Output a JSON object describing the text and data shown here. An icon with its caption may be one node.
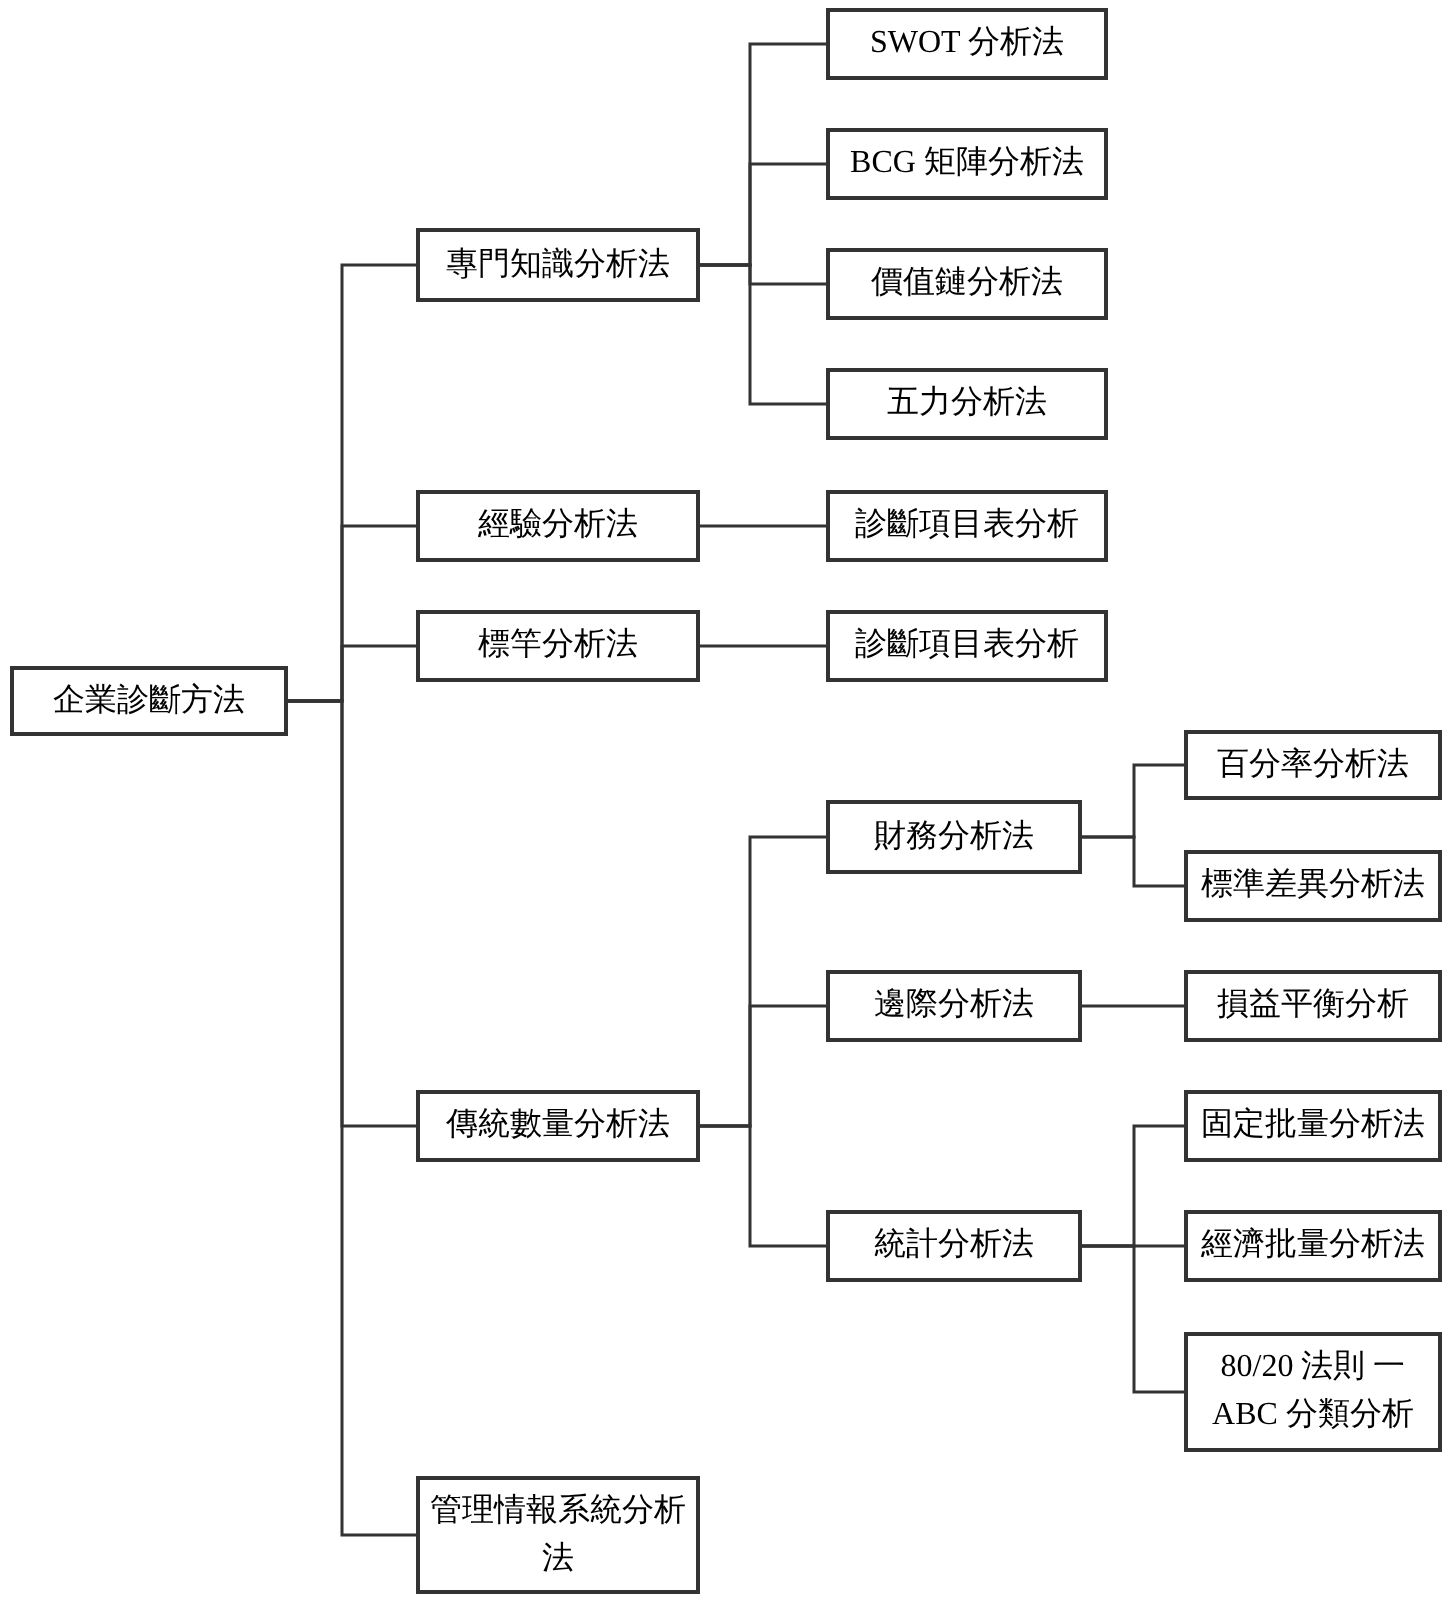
{
  "diagram": {
    "nodes": [
      {
        "text": [
          "企業診斷方法"
        ]
      },
      {
        "text": [
          "專門知識分析法"
        ]
      },
      {
        "text": [
          "SWOT 分析法"
        ]
      },
      {
        "text": [
          "BCG 矩陣分析法"
        ]
      },
      {
        "text": [
          "價值鏈分析法"
        ]
      },
      {
        "text": [
          "五力分析法"
        ]
      },
      {
        "text": [
          "經驗分析法"
        ]
      },
      {
        "text": [
          "診斷項目表分析"
        ]
      },
      {
        "text": [
          "標竿分析法"
        ]
      },
      {
        "text": [
          "診斷項目表分析"
        ]
      },
      {
        "text": [
          "傳統數量分析法"
        ]
      },
      {
        "text": [
          "財務分析法"
        ]
      },
      {
        "text": [
          "百分率分析法"
        ]
      },
      {
        "text": [
          "標準差異分析法"
        ]
      },
      {
        "text": [
          "邊際分析法"
        ]
      },
      {
        "text": [
          "損益平衡分析"
        ]
      },
      {
        "text": [
          "統計分析法"
        ]
      },
      {
        "text": [
          "固定批量分析法"
        ]
      },
      {
        "text": [
          "經濟批量分析法"
        ]
      },
      {
        "text": [
          "80/20 法則 一 ABC 分類分析"
        ]
      },
      {
        "text": [
          "管理情報系統分析法"
        ]
      }
    ],
    "edges": [
      {
        "from": 0,
        "to": 1,
        "arrow": "none"
      },
      {
        "from": 0,
        "to": 6,
        "arrow": "none"
      },
      {
        "from": 0,
        "to": 8,
        "arrow": "none"
      },
      {
        "from": 0,
        "to": 10,
        "arrow": "none"
      },
      {
        "from": 0,
        "to": 20,
        "arrow": "none"
      },
      {
        "from": 1,
        "to": 2,
        "arrow": "none"
      },
      {
        "from": 1,
        "to": 3,
        "arrow": "none"
      },
      {
        "from": 1,
        "to": 4,
        "arrow": "none"
      },
      {
        "from": 1,
        "to": 5,
        "arrow": "none"
      },
      {
        "from": 6,
        "to": 7,
        "arrow": "none"
      },
      {
        "from": 8,
        "to": 9,
        "arrow": "none"
      },
      {
        "from": 10,
        "to": 11,
        "arrow": "none"
      },
      {
        "from": 10,
        "to": 14,
        "arrow": "none"
      },
      {
        "from": 10,
        "to": 16,
        "arrow": "none"
      },
      {
        "from": 11,
        "to": 12,
        "arrow": "none"
      },
      {
        "from": 11,
        "to": 13,
        "arrow": "none"
      },
      {
        "from": 14,
        "to": 15,
        "arrow": "none"
      },
      {
        "from": 16,
        "to": 17,
        "arrow": "none"
      },
      {
        "from": 16,
        "to": 18,
        "arrow": "none"
      },
      {
        "from": 16,
        "to": 19,
        "arrow": "none"
      }
    ]
  }
}
